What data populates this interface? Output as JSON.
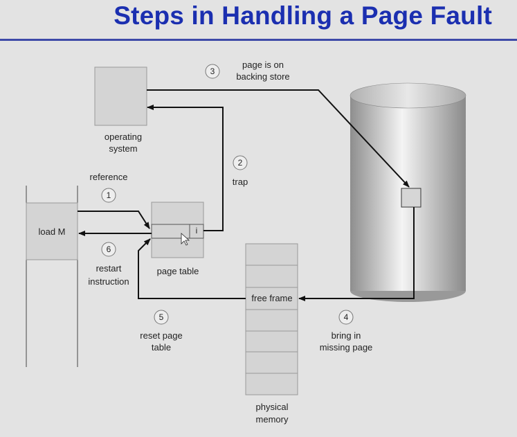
{
  "title": "Steps in Handling a Page Fault",
  "labels": {
    "os_line1": "operating",
    "os_line2": "system",
    "reference": "reference",
    "load_m": "load M",
    "page_table": "page table",
    "page_table_i": "i",
    "restart_line1": "restart",
    "restart_line2": "instruction",
    "trap": "trap",
    "backing_line1": "page is on",
    "backing_line2": "backing store",
    "free_frame": "free frame",
    "bring_line1": "bring in",
    "bring_line2": "missing page",
    "reset_line1": "reset page",
    "reset_line2": "table",
    "phys_line1": "physical",
    "phys_line2": "memory"
  },
  "steps": [
    "1",
    "2",
    "3",
    "4",
    "5",
    "6"
  ],
  "colors": {
    "title": "#1b2fb0",
    "rule": "#3d4aa8",
    "background": "#e3e3e3",
    "box_fill": "#d4d4d4",
    "line": "#111111"
  }
}
